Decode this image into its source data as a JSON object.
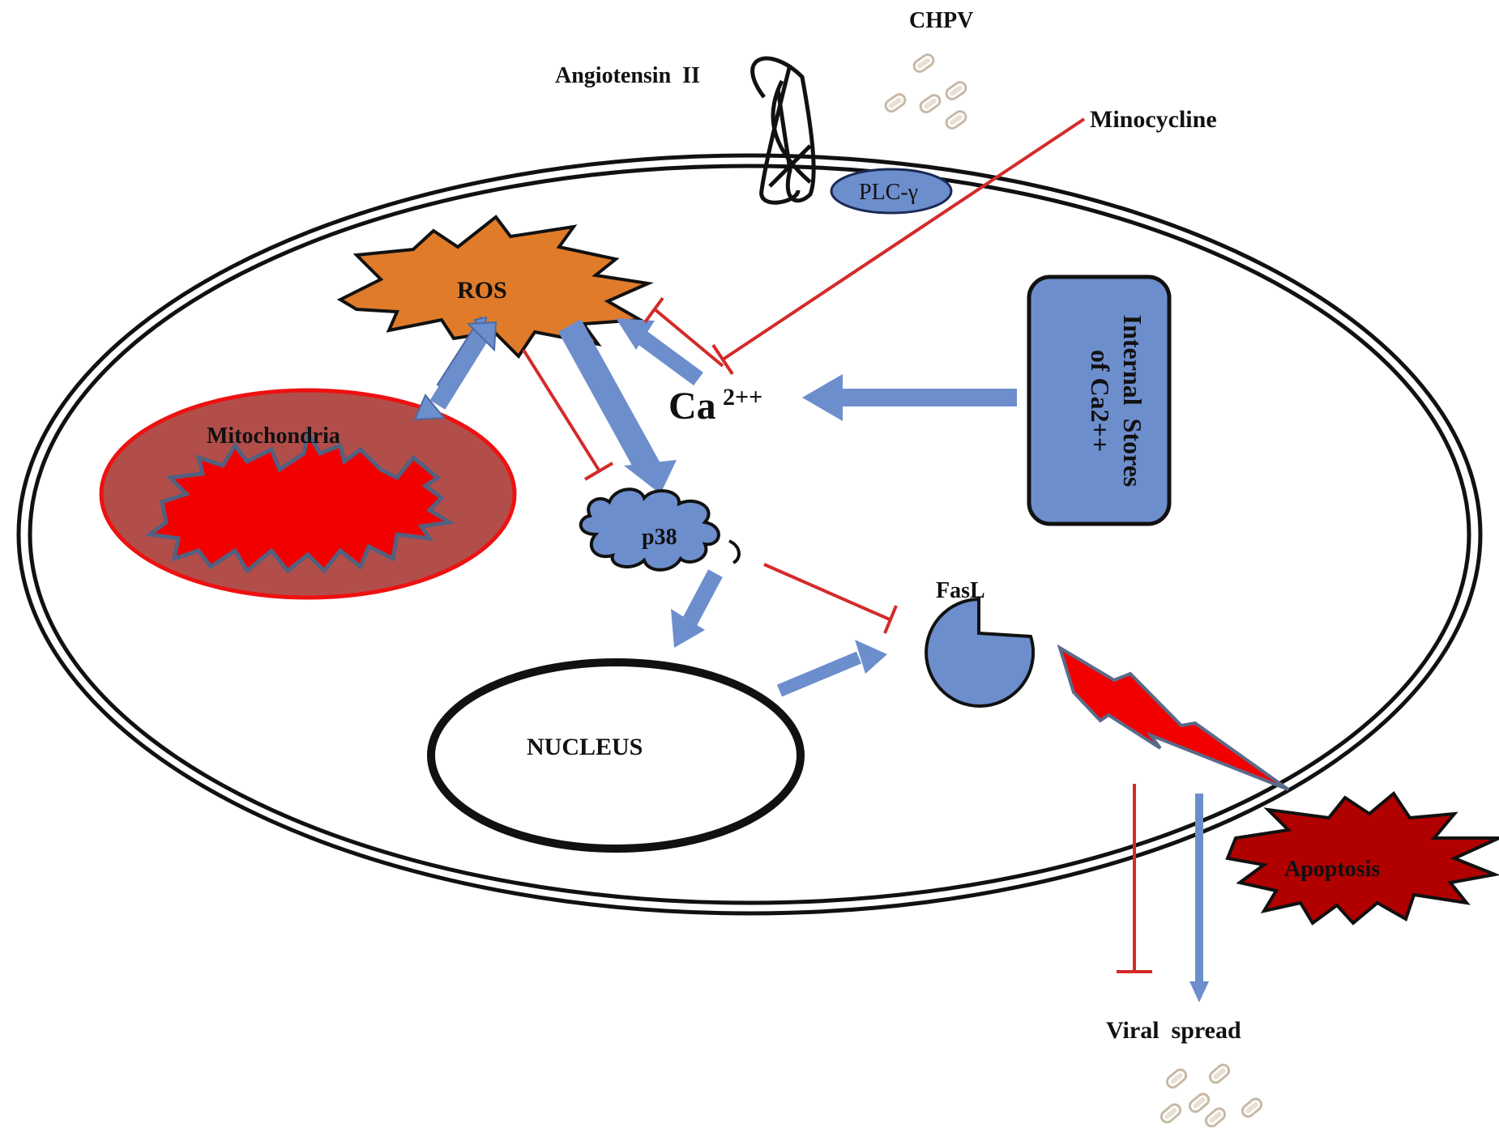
{
  "labels": {
    "chpv": "CHPV",
    "angiotensin": "Angiotensin  II",
    "minocycline": "Minocycline",
    "plc": "PLC-γ",
    "ros": "ROS",
    "mitochondria": "Mitochondria",
    "ca_base": "Ca",
    "ca_sup": "2++",
    "internal_stores_line1": "Internal  Stores",
    "internal_stores_line2": "of Ca2++",
    "p38": "p38",
    "fasl": "FasL",
    "nucleus": "NUCLEUS",
    "apoptosis": "Apoptosis",
    "viral_spread": "Viral  spread"
  },
  "colors": {
    "blue": "#6d8ecd",
    "red_line": "#d42a2a",
    "ros_fill": "#e07b2a",
    "mito_outer": "#b14e4a",
    "mito_inner": "#f20000",
    "apoptosis_fill": "#b00000",
    "virus": "#cfc4b5"
  }
}
